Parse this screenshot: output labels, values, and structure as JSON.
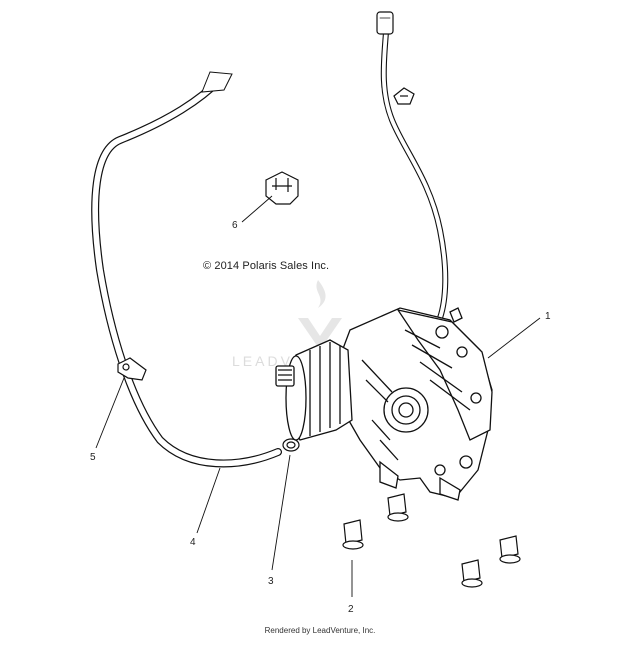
{
  "diagram": {
    "copyright": "© 2014 Polaris Sales Inc.",
    "footer": "Rendered by LeadVenture, Inc.",
    "watermark": "LEADVENTURE",
    "callouts": [
      {
        "label": "1",
        "part": "gearcase-assembly"
      },
      {
        "label": "2",
        "part": "flange-bolt"
      },
      {
        "label": "3",
        "part": "hose-clamp"
      },
      {
        "label": "4",
        "part": "vent-hose"
      },
      {
        "label": "5",
        "part": "hose-clip"
      },
      {
        "label": "6",
        "part": "harness-clip"
      }
    ]
  }
}
